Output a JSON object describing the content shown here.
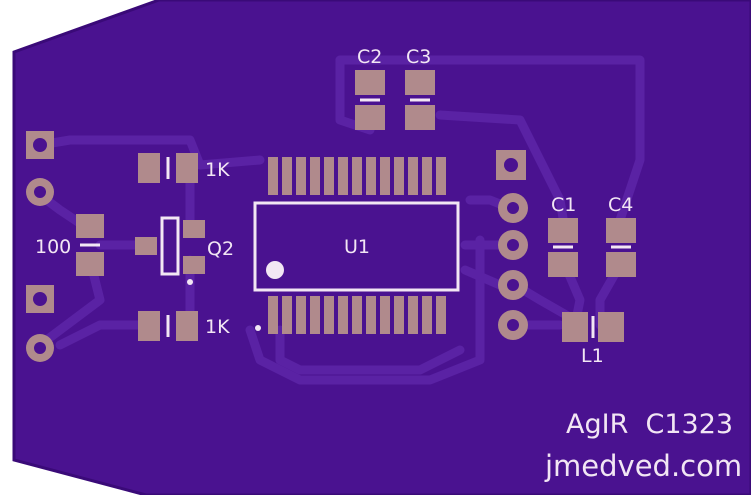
{
  "board": {
    "title_line": "AgIR  C1323",
    "url_line": "jmedved.com"
  },
  "labels": {
    "c2": "C2",
    "c3": "C3",
    "c1": "C1",
    "c4": "C4",
    "r_top": "1K",
    "r_bottom": "1K",
    "r_left": "100",
    "q2": "Q2",
    "u1": "U1",
    "l1": "L1"
  },
  "colors": {
    "board": "#4a1290",
    "board_edge": "#3a0a78",
    "trace": "#5a22a4",
    "pad": "#b08a8c",
    "pad_ring": "#8a6a6c",
    "silk": "#f2e6f4"
  }
}
